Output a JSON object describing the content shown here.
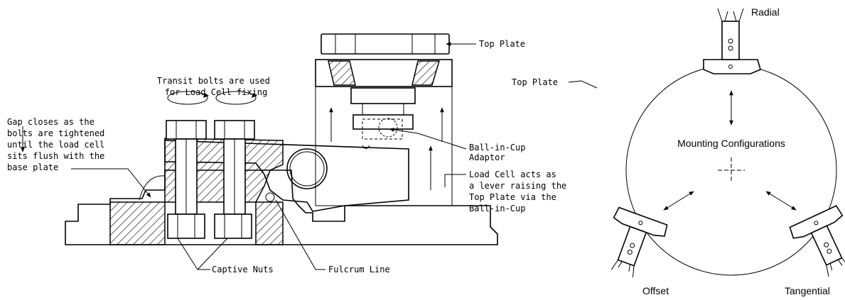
{
  "left_diagram": {
    "transit_note": [
      "Transit bolts are used",
      "for Load Cell fixing"
    ],
    "gap_note": [
      "Gap closes as the",
      "bolts are tightened",
      "until the load cell",
      "sits flush with the",
      "base plate"
    ],
    "top_plate": "Top Plate",
    "ball_in_cup": [
      "Ball-in-Cup",
      "Adaptor"
    ],
    "lever_note": [
      "Load Cell acts as",
      "a lever raising the",
      "Top Plate via the",
      "Ball-in-Cup"
    ],
    "captive_nuts": "Captive Nuts",
    "fulcrum_line": "Fulcrum Line",
    "top_plate_right": "Top Plate"
  },
  "right_diagram": {
    "center_label": "Mounting Configurations",
    "radial": "Radial",
    "offset": "Offset",
    "tangential": "Tangential"
  }
}
